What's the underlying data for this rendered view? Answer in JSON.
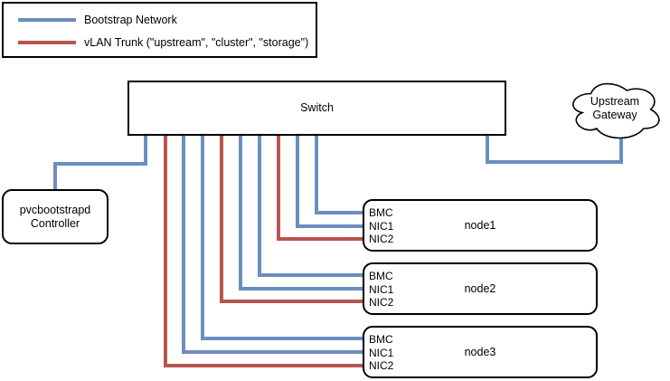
{
  "colors": {
    "bootstrap_blue": "#6c8ebf",
    "vlan_red": "#b85450",
    "box_border": "#000000",
    "background": "#ffffff"
  },
  "legend": {
    "items": [
      {
        "label": "Bootstrap Network",
        "color": "#6c8ebf"
      },
      {
        "label": "vLAN Trunk (\"upstream\", \"cluster\", \"storage\")",
        "color": "#b85450"
      }
    ]
  },
  "switch": {
    "label": "Switch"
  },
  "gateway": {
    "label": "Upstream Gateway"
  },
  "controller": {
    "label": "pvcbootstrapd Controller"
  },
  "nodes": [
    {
      "name": "node1",
      "ports": [
        "BMC",
        "NIC1",
        "NIC2"
      ]
    },
    {
      "name": "node2",
      "ports": [
        "BMC",
        "NIC1",
        "NIC2"
      ]
    },
    {
      "name": "node3",
      "ports": [
        "BMC",
        "NIC1",
        "NIC2"
      ]
    }
  ],
  "connections": [
    {
      "from": "Switch",
      "to": "pvcbootstrapd Controller",
      "network": "Bootstrap Network"
    },
    {
      "from": "Switch",
      "to": "Upstream Gateway",
      "network": "Bootstrap Network"
    },
    {
      "from": "Switch",
      "to": "node1 BMC",
      "network": "Bootstrap Network"
    },
    {
      "from": "Switch",
      "to": "node1 NIC1",
      "network": "Bootstrap Network"
    },
    {
      "from": "Switch",
      "to": "node1 NIC2",
      "network": "vLAN Trunk (\"upstream\", \"cluster\", \"storage\")"
    },
    {
      "from": "Switch",
      "to": "node2 BMC",
      "network": "Bootstrap Network"
    },
    {
      "from": "Switch",
      "to": "node2 NIC1",
      "network": "Bootstrap Network"
    },
    {
      "from": "Switch",
      "to": "node2 NIC2",
      "network": "vLAN Trunk (\"upstream\", \"cluster\", \"storage\")"
    },
    {
      "from": "Switch",
      "to": "node3 BMC",
      "network": "Bootstrap Network"
    },
    {
      "from": "Switch",
      "to": "node3 NIC1",
      "network": "Bootstrap Network"
    },
    {
      "from": "Switch",
      "to": "node3 NIC2",
      "network": "vLAN Trunk (\"upstream\", \"cluster\", \"storage\")"
    }
  ]
}
